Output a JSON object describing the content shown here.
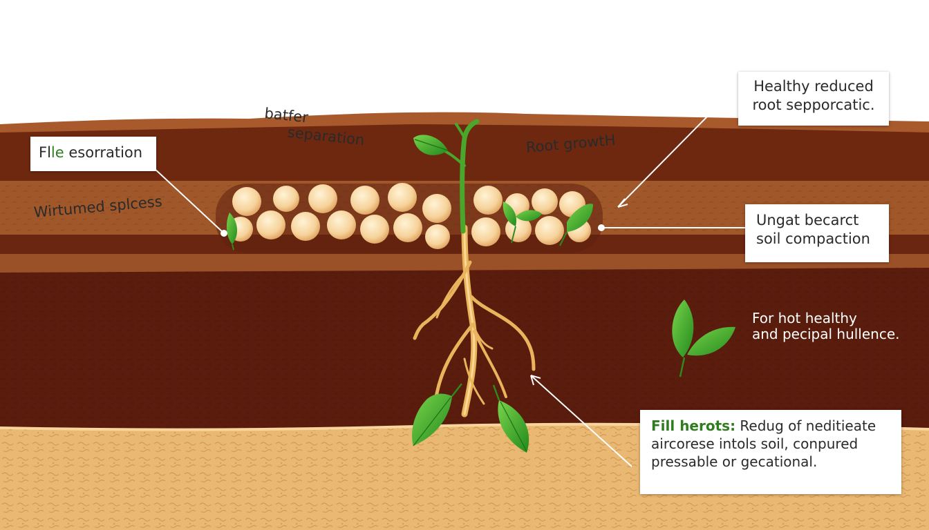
{
  "labels": {
    "top_left_box_prefix": "Fl",
    "top_left_box_green": "le",
    "top_left_box_rest": " esorration",
    "buffer_line1": "batfer",
    "buffer_line2": "separation",
    "root_growth": "Root growtH",
    "left_layer": "Wirtumed splcess",
    "top_right_line1": "Healthy reduced",
    "top_right_line2": "root sepporcatic.",
    "mid_right_line1": "Ungat becarct",
    "mid_right_line2": "soil compaction",
    "deep_right_line1": "For hot healthy",
    "deep_right_line2": "and pecipal hullence.",
    "bottom_title": "Fill herots:",
    "bottom_line1_rest": " Redug of neditieate",
    "bottom_line2": "aircorese intols soil, conpured",
    "bottom_line3": "pressable or gecational."
  },
  "colors": {
    "topsoil": "#9b5128",
    "dark_soil": "#5c1d0d",
    "mid_band": "#a5602f",
    "sand": "#e8b672",
    "leaf": "#3fae2a",
    "root": "#e9b25b",
    "granule": "#f6d6a0"
  },
  "icons": [
    "leaf-icon",
    "granule-icon",
    "arrow-icon"
  ]
}
